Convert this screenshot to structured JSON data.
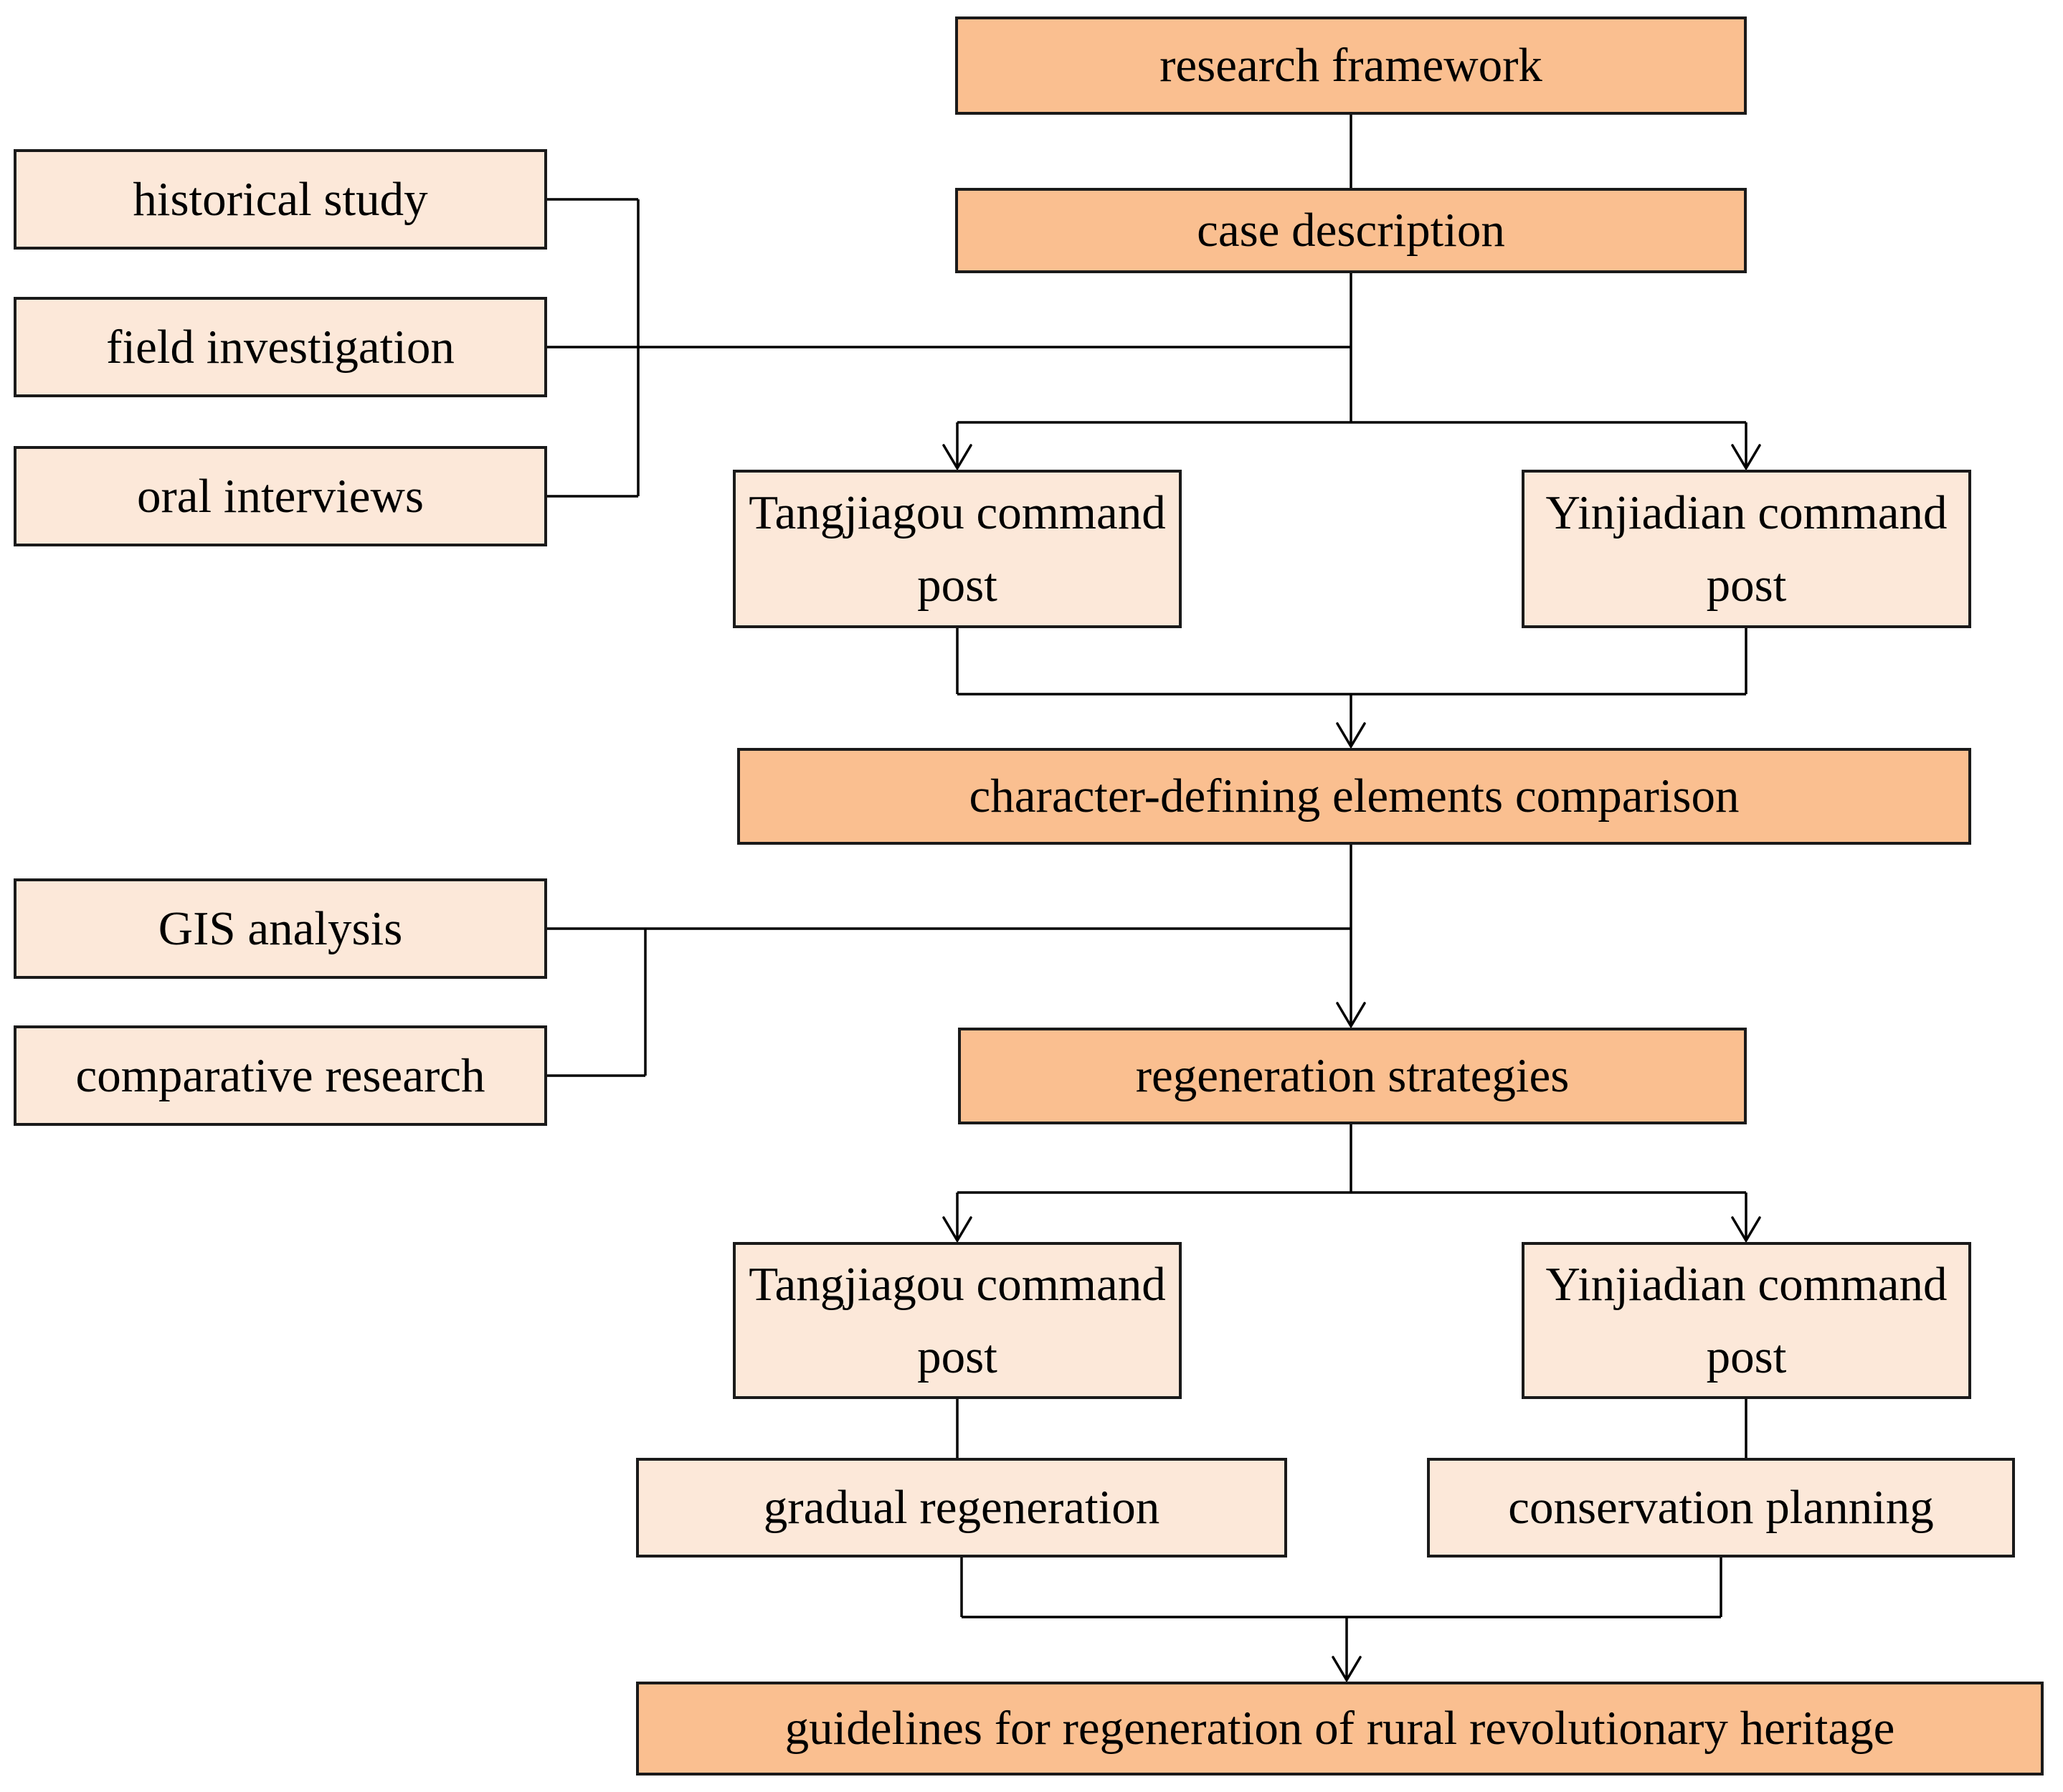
{
  "diagram": {
    "type": "flowchart",
    "description": "research framework flowchart for regeneration of rural revolutionary heritage"
  },
  "colors": {
    "primary_fill": "#FABF90",
    "secondary_fill": "#FCE8D9",
    "border": "#1a1a1a",
    "line": "#000000"
  },
  "nodes": {
    "research_framework": "research framework",
    "case_description": "case description",
    "historical_study": "historical study",
    "field_investigation": "field investigation",
    "oral_interviews": "oral interviews",
    "tangjiagou_1": "Tangjiagou command post",
    "yinjiadian_1": "Yinjiadian command post",
    "character_comparison": "character-defining elements comparison",
    "gis_analysis": "GIS analysis",
    "comparative_research": "comparative research",
    "regeneration_strategies": "regeneration strategies",
    "tangjiagou_2": "Tangjiagou command post",
    "yinjiadian_2": "Yinjiadian command post",
    "gradual_regeneration": "gradual regeneration",
    "conservation_planning": "conservation planning",
    "guidelines": "guidelines for regeneration of rural revolutionary heritage"
  }
}
